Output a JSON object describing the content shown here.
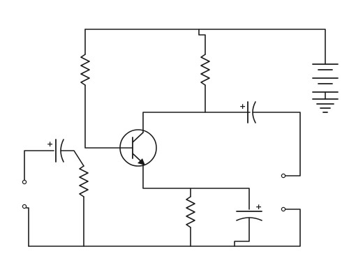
{
  "diagram": {
    "kind": "transistor-amplifier-schematic",
    "components": [
      {
        "id": "battery",
        "type": "battery"
      },
      {
        "id": "ground",
        "type": "ground"
      },
      {
        "id": "q1",
        "type": "npn-transistor"
      },
      {
        "id": "r-bias-top",
        "type": "resistor"
      },
      {
        "id": "r-collector",
        "type": "resistor"
      },
      {
        "id": "r-bias-bottom",
        "type": "resistor"
      },
      {
        "id": "r-emitter",
        "type": "resistor"
      },
      {
        "id": "c-input",
        "type": "capacitor",
        "polarity_label": "+"
      },
      {
        "id": "c-output",
        "type": "capacitor",
        "polarity_label": "+"
      },
      {
        "id": "c-bypass",
        "type": "capacitor",
        "polarity_label": "+"
      }
    ],
    "terminals": [
      "input-positive",
      "input-negative",
      "output-positive",
      "output-negative"
    ]
  },
  "colors": {
    "ink": "#1a1a1a",
    "background": "#ffffff"
  }
}
